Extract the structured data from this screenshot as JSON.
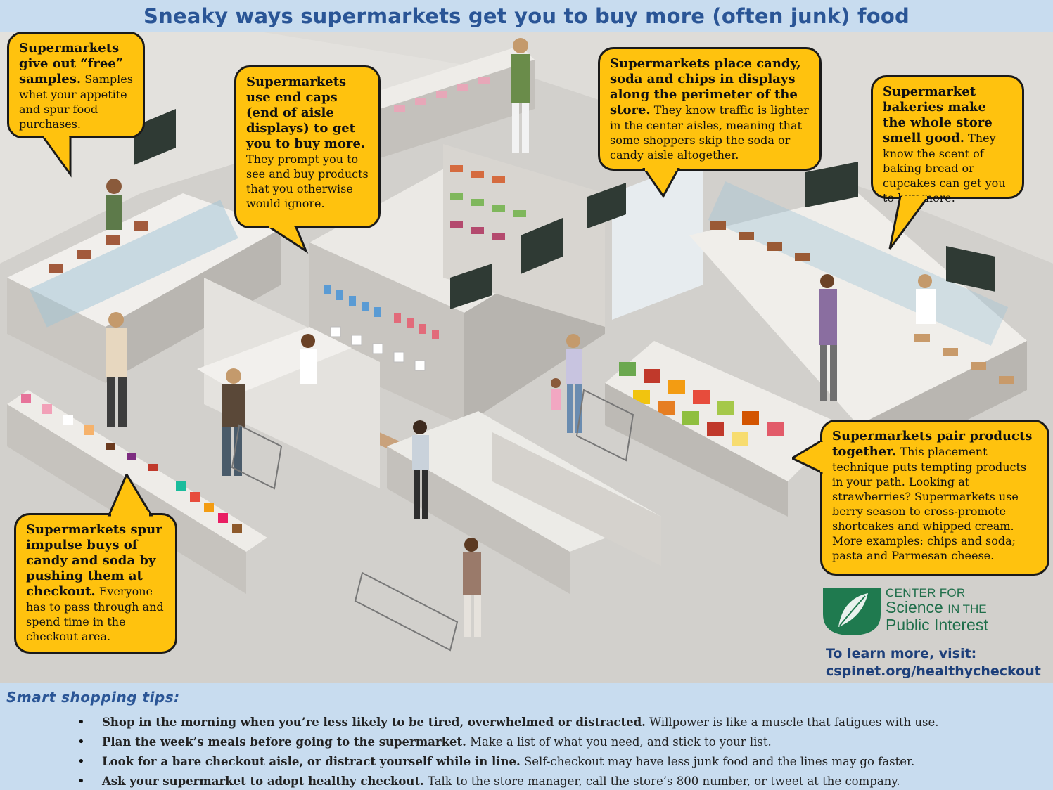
{
  "title": "Sneaky ways supermarkets get you to buy more (often junk) food",
  "bubbles": {
    "samples": {
      "lead": "Supermarkets give out “free” samples.",
      "body": "Samples whet your appetite and spur food purchases."
    },
    "endcaps": {
      "lead": "Supermarkets use end caps (end of aisle displays) to get you to buy more.",
      "body": "They prompt you to see and buy products that you otherwise would ignore."
    },
    "perimeter": {
      "lead": "Supermarkets place candy, soda and chips in displays along the perimeter of the store.",
      "body": "They know traffic is lighter in the center aisles, meaning that some shoppers skip the soda or candy aisle altogether."
    },
    "bakery": {
      "lead": "Supermarket bakeries make the whole store smell good.",
      "body": "They know the scent of baking bread or cupcakes can get you to buy more."
    },
    "pair": {
      "lead": "Supermarkets pair products together.",
      "body": "This placement technique puts tempting products in your path. Looking at strawberries? Supermarkets use berry season to cross-promote shortcakes and whipped cream. More examples: chips and soda; pasta and Parmesan cheese."
    },
    "impulse": {
      "lead": "Supermarkets spur impulse buys of candy and soda by pushing them at checkout.",
      "body": "Everyone has to pass through and spend time in the checkout area."
    }
  },
  "logo": {
    "line1": "CENTER FOR",
    "line2a": "Science",
    "line2b": "IN THE",
    "line3": "Public Interest"
  },
  "learn": {
    "line1": "To learn more, visit:",
    "line2": "cspinet.org/healthycheckout"
  },
  "tips": {
    "heading": "Smart shopping tips:",
    "items": [
      {
        "bold": "Shop in the morning when you’re less likely to be tired, overwhelmed or distracted.",
        "text": "Willpower is like a muscle that fatigues with use."
      },
      {
        "bold": "Plan the week’s meals before going to the supermarket.",
        "text": "Make a list of what you need, and stick to your list."
      },
      {
        "bold": "Look for a bare checkout aisle, or distract yourself while in line.",
        "text": "Self-checkout may have less junk food and the lines may go faster."
      },
      {
        "bold": "Ask your supermarket to adopt healthy checkout.",
        "text": "Talk to the store manager, call the store’s 800 number, or tweet at the company."
      }
    ]
  },
  "colors": {
    "bubble": "#ffc20e",
    "title": "#2a5596",
    "background": "#c8dcef",
    "logo": "#1f6e4a"
  }
}
